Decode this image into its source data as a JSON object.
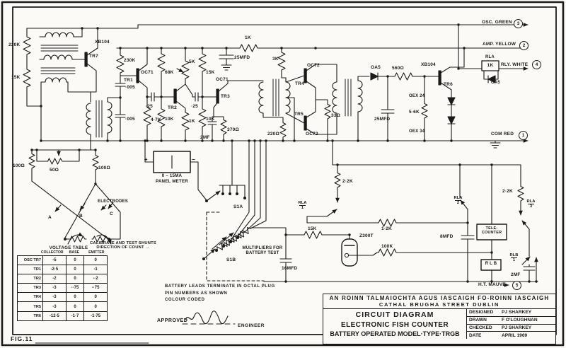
{
  "figure_label": "FIG.11",
  "notes": {
    "line1": "BATTERY LEADS TERMINATE IN OCTAL PLUG",
    "line2": "PIN NUMBERS AS SHOWN",
    "line3": "COLOUR CODED"
  },
  "approval": {
    "label": "APPROVED",
    "role": "ENGINEER"
  },
  "title_block": {
    "org_line1": "AN ROINN TALMAIOCHTA AGUS IASCAIGH FO-ROINN IASCAIGH",
    "org_line2": "CATHAL BRUGHA STREET DUBLIN",
    "title_line1": "CIRCUIT DIAGRAM",
    "title_line2": "ELECTRONIC FISH COUNTER",
    "title_line3": "BATTERY OPERATED MODEL·TYPE·TRGB",
    "credits": [
      {
        "label": "DESIGNED",
        "value": "PJ SHARKEY"
      },
      {
        "label": "DRAWN",
        "value": "F O'LOUGHNAN"
      },
      {
        "label": "CHECKED",
        "value": "PJ SHARKEY"
      },
      {
        "label": "DATE",
        "value": "APRIL  1969"
      }
    ]
  },
  "voltage_table": {
    "title": "VOLTAGE TABLE",
    "columns": [
      "COLLECTOR",
      "BASE",
      "EMITTER"
    ],
    "rows": [
      {
        "name": "OSC TR7",
        "values": [
          "-5",
          "0",
          "0"
        ]
      },
      {
        "name": "TR1",
        "values": [
          "-2·5",
          "0",
          "-1"
        ]
      },
      {
        "name": "TR2",
        "values": [
          "-2",
          "0",
          "-·2"
        ]
      },
      {
        "name": "TR3",
        "values": [
          "-3",
          "-·75",
          "-·75"
        ]
      },
      {
        "name": "TR4",
        "values": [
          "-3",
          "0",
          "0"
        ]
      },
      {
        "name": "TR5",
        "values": [
          "-3",
          "0",
          "0"
        ]
      },
      {
        "name": "TR6",
        "values": [
          "-12·5",
          "-1·7",
          "-1·75"
        ]
      }
    ]
  },
  "labels": [
    {
      "name": "wire-osc-green",
      "text": "OSC. GREEN"
    },
    {
      "name": "pin-3",
      "text": "3"
    },
    {
      "name": "wire-amp-yellow",
      "text": "AMP. YELLOW"
    },
    {
      "name": "pin-2",
      "text": "2"
    },
    {
      "name": "relay-rla-label",
      "text": "RLA"
    },
    {
      "name": "relay-rla-value",
      "text": "1K"
    },
    {
      "name": "wire-rly-white",
      "text": "RLY. WHITE"
    },
    {
      "name": "pin-4",
      "text": "4"
    },
    {
      "name": "diode-oa5-relay",
      "text": "OA5"
    },
    {
      "name": "wire-com-red",
      "text": "COM RED"
    },
    {
      "name": "pin-1",
      "text": "1"
    },
    {
      "name": "wire-ht-mauve",
      "text": "H.T.  MAUVE"
    },
    {
      "name": "pin-5",
      "text": "5"
    },
    {
      "name": "r-220k",
      "text": "220K"
    },
    {
      "name": "r-15k-osc",
      "text": "15K"
    },
    {
      "name": "tr7-type",
      "text": "XB104"
    },
    {
      "name": "tr7",
      "text": "TR7"
    },
    {
      "name": "r-230k",
      "text": "230K"
    },
    {
      "name": "tr1",
      "text": "TR1"
    },
    {
      "name": "tr1-type",
      "text": "OC71"
    },
    {
      "name": "c-005-a",
      "text": "·005"
    },
    {
      "name": "c-005-b",
      "text": "·005"
    },
    {
      "name": "r-4k7",
      "text": "4·7K"
    },
    {
      "name": "c-25-a",
      "text": "·25"
    },
    {
      "name": "r-68k",
      "text": "68K"
    },
    {
      "name": "r-10k-a",
      "text": "10K"
    },
    {
      "name": "tr2",
      "text": "TR2"
    },
    {
      "name": "pot-5k",
      "text": "5K"
    },
    {
      "name": "r-1k-emitter",
      "text": "1K"
    },
    {
      "name": "r-15k-amp",
      "text": "15K"
    },
    {
      "name": "c-25-b",
      "text": "·25"
    },
    {
      "name": "r-10k-b",
      "text": "10K"
    },
    {
      "name": "tr3",
      "text": "TR3"
    },
    {
      "name": "c-2mf",
      "text": "2MF"
    },
    {
      "name": "r-370",
      "text": "370Ω"
    },
    {
      "name": "r-1k-rail",
      "text": "1K"
    },
    {
      "name": "c-25mfd-amp",
      "text": "25MFD"
    },
    {
      "name": "tr3-type",
      "text": "OC71"
    },
    {
      "name": "r-3k",
      "text": "3K"
    },
    {
      "name": "tr4-type",
      "text": "OC72"
    },
    {
      "name": "tr4",
      "text": "TR4"
    },
    {
      "name": "tr5",
      "text": "TR5"
    },
    {
      "name": "tr5-type",
      "text": "OC72"
    },
    {
      "name": "r-33",
      "text": "33Ω"
    },
    {
      "name": "r-220",
      "text": "220Ω"
    },
    {
      "name": "d-oa5-rect",
      "text": "OA5"
    },
    {
      "name": "r-560",
      "text": "560Ω"
    },
    {
      "name": "c-25mfd-rect",
      "text": "25MFD"
    },
    {
      "name": "tr6-type",
      "text": "XB104"
    },
    {
      "name": "tr6",
      "text": "TR6"
    },
    {
      "name": "d-oex24",
      "text": "OEX 24"
    },
    {
      "name": "r-5k6",
      "text": "5·6K"
    },
    {
      "name": "d-oex34",
      "text": "OEX 34"
    },
    {
      "name": "meter-range",
      "text": "0 – 15MA"
    },
    {
      "name": "meter-name",
      "text": "PANEL METER"
    },
    {
      "name": "meter-plus",
      "text": "+"
    },
    {
      "name": "meter-minus",
      "text": "−"
    },
    {
      "name": "sw-s1a",
      "text": "S1A"
    },
    {
      "name": "sw-s1b",
      "text": "S1B"
    },
    {
      "name": "multipliers-note",
      "text": "MULTIPLIERS FOR\nBATTERY TEST"
    },
    {
      "name": "c-16mfd",
      "text": "16MFD"
    },
    {
      "name": "r-15k-counter",
      "text": "15K"
    },
    {
      "name": "contact-rla1",
      "text": "RLA\n1"
    },
    {
      "name": "r-2k2-left",
      "text": "2·2K"
    },
    {
      "name": "r-1k2",
      "text": "1·2K"
    },
    {
      "name": "tube-z300t",
      "text": "Z300T"
    },
    {
      "name": "r-100k",
      "text": "100K"
    },
    {
      "name": "c-8mfd",
      "text": "8MFD"
    },
    {
      "name": "contact-rla2",
      "text": "RLA\n2"
    },
    {
      "name": "box-telecounter",
      "text": "TELE-\nCOUNTER"
    },
    {
      "name": "relay-rlb",
      "text": "R L B"
    },
    {
      "name": "contact-rlb1",
      "text": "RLB\n1"
    },
    {
      "name": "c-2mf-counter",
      "text": "2MF"
    },
    {
      "name": "r-2k2-right",
      "text": "2·2K"
    },
    {
      "name": "contact-rla3",
      "text": "RLA\n3"
    },
    {
      "name": "r-50",
      "text": "50Ω"
    },
    {
      "name": "r-100-left",
      "text": "100Ω"
    },
    {
      "name": "r-100-right",
      "text": "100Ω"
    },
    {
      "name": "electrodes-label",
      "text": "ELECTRODES"
    },
    {
      "name": "electrode-a",
      "text": "A"
    },
    {
      "name": "electrode-b",
      "text": "B"
    },
    {
      "name": "electrode-c",
      "text": "C"
    },
    {
      "name": "calibrate-note",
      "text": "CALIBRATE AND TEST SHUNTS\nDIRECTION OF COUNT →"
    }
  ]
}
